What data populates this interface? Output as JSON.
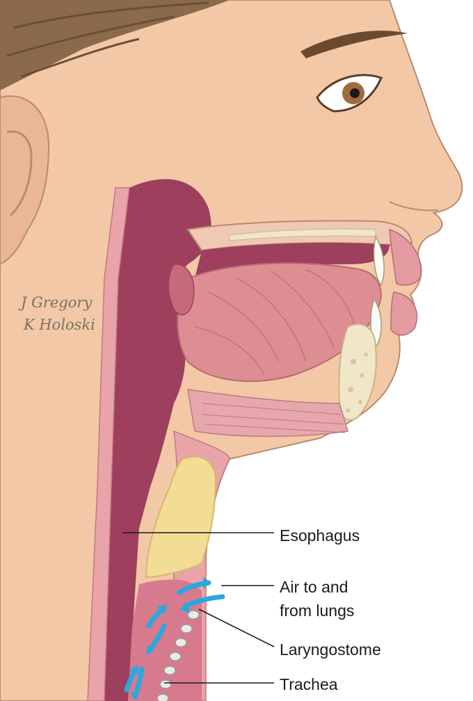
{
  "signature": {
    "line1": "J Gregory",
    "line2": "K Holoski"
  },
  "labels": {
    "esophagus": "Esophagus",
    "air_line1": "Air to and",
    "air_line2": "from lungs",
    "laryngostome": "Laryngostome",
    "trachea": "Trachea"
  },
  "colors": {
    "skin": "#f2c8a6",
    "skin_shadow": "#dca683",
    "hair": "#8a6a4a",
    "cavity": "#9e3f5e",
    "tissue": "#e8a4a8",
    "tongue": "#dc8e93",
    "fat": "#f2dc96",
    "bone": "#f2e6c8",
    "air_arrow": "#29a8de"
  }
}
